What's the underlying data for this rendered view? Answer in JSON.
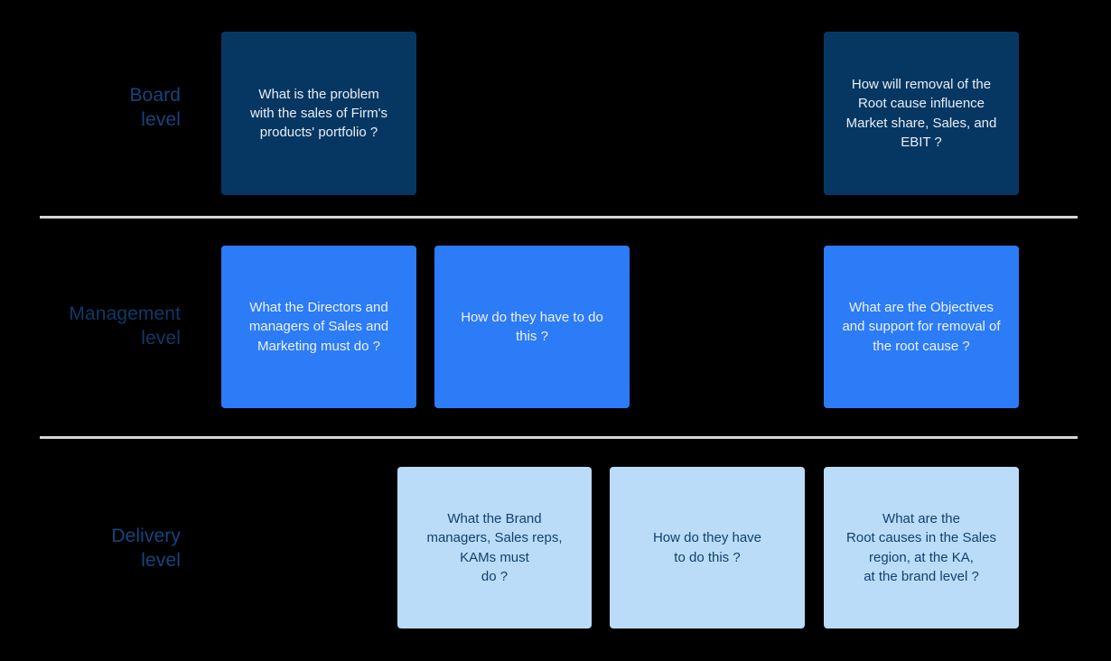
{
  "diagram": {
    "background_color": "#000000",
    "divider_color": "#d5d5d5",
    "rows": [
      {
        "key": "board",
        "label": "Board\nlevel",
        "label_color": "#15457e",
        "card_fill": "#063763",
        "card_text_color": "#e9eef3",
        "cards": [
          {
            "id": "board-1",
            "text": "What is the problem\nwith the sales of Firm's\nproducts' portfolio ?"
          },
          {
            "id": "board-3",
            "text": "How will removal of the\nRoot cause influence\nMarket share, Sales, and\nEBIT ?"
          }
        ]
      },
      {
        "key": "management",
        "label": "Management\nlevel",
        "label_color": "#0e3a66",
        "card_fill": "#2c7bf7",
        "card_text_color": "#edf3fd",
        "cards": [
          {
            "id": "management-1",
            "text": "What the Directors and\nmanagers of Sales and\nMarketing must do ?"
          },
          {
            "id": "management-2",
            "text": "How do they have to do\nthis ?"
          },
          {
            "id": "management-3",
            "text": "What are the Objectives\nand support for removal of\nthe root cause ?"
          }
        ]
      },
      {
        "key": "delivery",
        "label": "Delivery\nlevel",
        "label_color": "#15457e",
        "card_fill": "#bbdcf8",
        "card_text_color": "#10416f",
        "cards": [
          {
            "id": "delivery-1",
            "text": "What the Brand\nmanagers, Sales reps,\nKAMs must\ndo ?"
          },
          {
            "id": "delivery-2",
            "text": "How do they have\nto do this ?"
          },
          {
            "id": "delivery-3",
            "text": "What are the\nRoot causes in the Sales\nregion, at the KA,\nat the brand level ?"
          }
        ]
      }
    ]
  }
}
